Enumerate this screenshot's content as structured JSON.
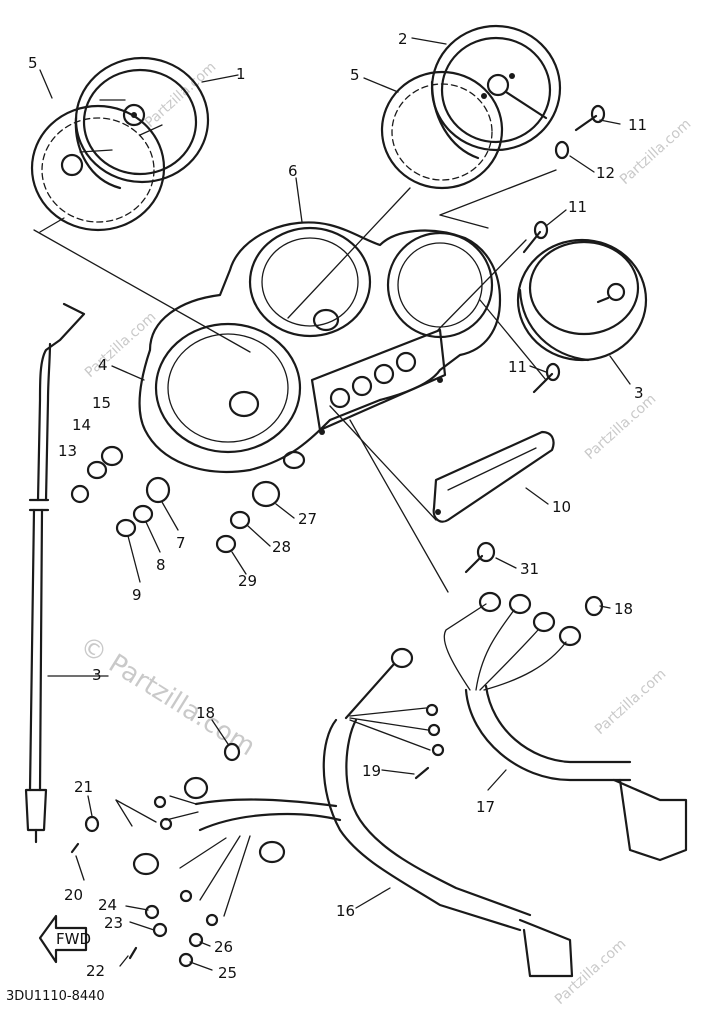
{
  "diagram": {
    "part_labels": [
      "1",
      "2",
      "3",
      "3",
      "4",
      "5",
      "5",
      "6",
      "7",
      "8",
      "9",
      "10",
      "11",
      "11",
      "11",
      "12",
      "13",
      "14",
      "15",
      "16",
      "17",
      "18",
      "18",
      "19",
      "20",
      "21",
      "22",
      "23",
      "24",
      "25",
      "26",
      "27",
      "28",
      "29",
      "31"
    ],
    "front_marker": "FWD",
    "drawing_code": "3DU1110-8440",
    "watermarks": [
      "© Partzilla.com",
      "Partzilla.com",
      "Partzilla.com",
      "Partzilla.com",
      "Partzilla.com",
      "Partzilla.com",
      "Partzilla.com"
    ]
  }
}
